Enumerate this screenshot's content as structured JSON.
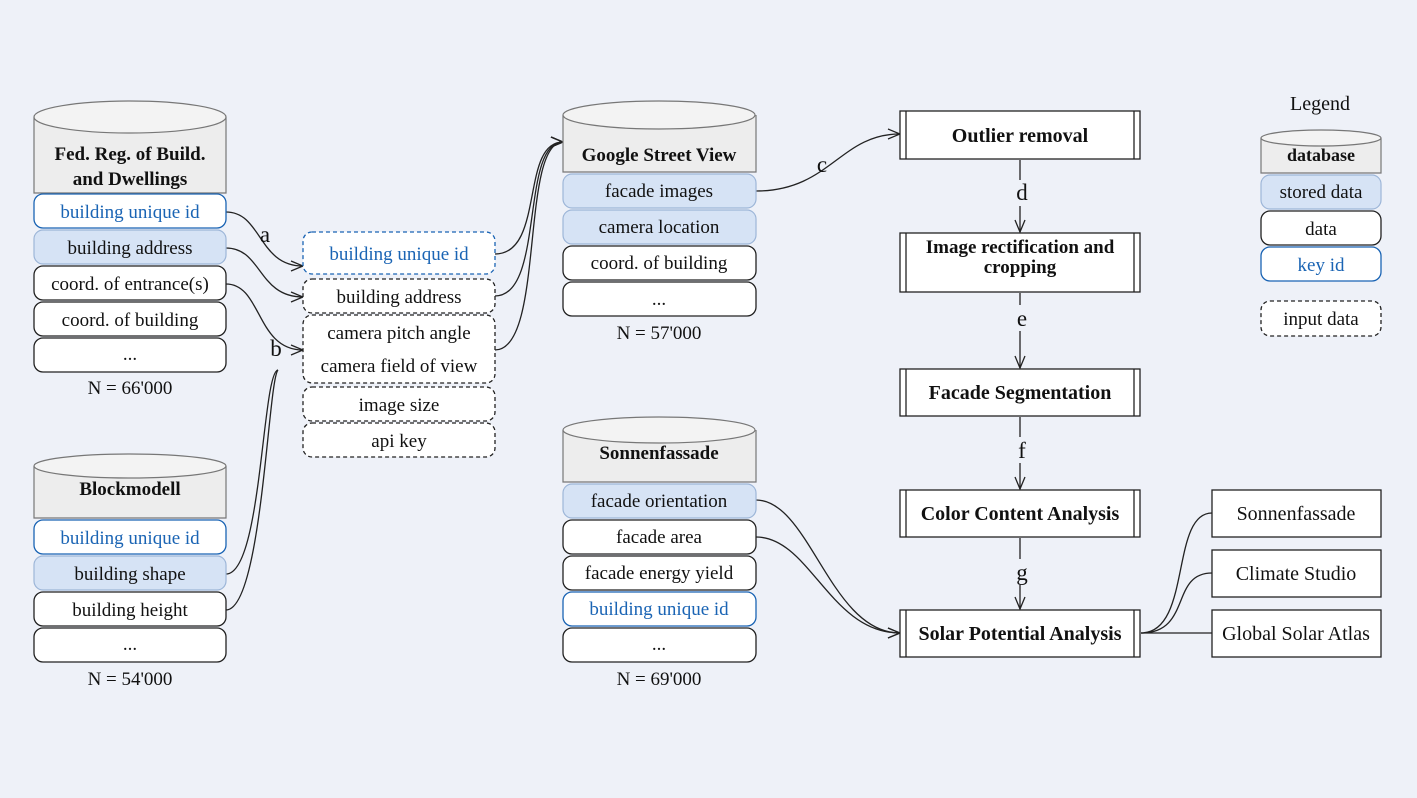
{
  "databases": {
    "fed": {
      "title_lines": [
        "Fed. Reg. of Build.",
        "and Dwellings"
      ],
      "rows": [
        "building unique id",
        "building address",
        "coord. of entrance(s)",
        "coord. of building",
        "..."
      ],
      "count": "N = 66'000"
    },
    "block": {
      "title_lines": [
        "Blockmodell"
      ],
      "rows": [
        "building unique id",
        "building shape",
        "building height",
        "..."
      ],
      "count": "N = 54'000"
    },
    "gsv": {
      "title_lines": [
        "Google Street View"
      ],
      "rows": [
        "facade images",
        "camera location",
        "coord. of building",
        "..."
      ],
      "count": "N = 57'000"
    },
    "sonnen": {
      "title_lines": [
        "Sonnenfassade"
      ],
      "rows": [
        "facade orientation",
        "facade area",
        "facade energy yield",
        "building unique id",
        "..."
      ],
      "count": "N = 69'000"
    }
  },
  "inputs": [
    "building unique id",
    "building address",
    "camera pitch angle",
    "camera field of view",
    "image size",
    "api key"
  ],
  "steps": [
    "Outlier removal",
    "Image rectification and cropping",
    "Facade Segmentation",
    "Color Content Analysis",
    "Solar Potential Analysis"
  ],
  "step_labels": [
    "d",
    "e",
    "f",
    "g"
  ],
  "edge_labels": [
    "a",
    "b",
    "c"
  ],
  "outputs": [
    "Sonnenfassade",
    "Climate Studio",
    "Global Solar Atlas"
  ],
  "legend": {
    "title": "Legend",
    "items": [
      "database",
      "stored data",
      "data",
      "key id",
      "input data"
    ]
  },
  "colors": {
    "background": "#eef1f8",
    "stored_fill": "#d6e3f5",
    "key_blue": "#1a64b4",
    "db_fill": "#ededed"
  }
}
